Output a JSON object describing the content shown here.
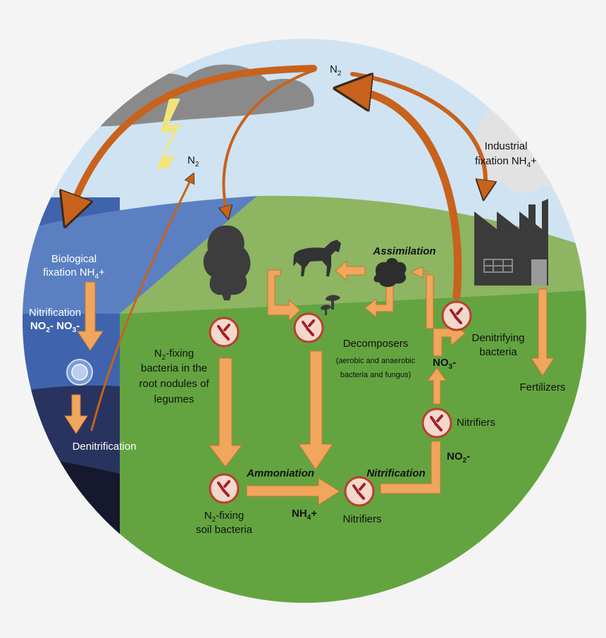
{
  "colors": {
    "sky": "#cfe3f2",
    "cloud": "#8a8a8a",
    "lightning": "#f3e47a",
    "water_top": "#5b80c2",
    "water_mid": "#3f64ad",
    "water_deep": "#28335f",
    "water_bottom": "#15182e",
    "land_top": "#8db562",
    "land_front": "#63a440",
    "arrow_orange": "#f0a65c",
    "arrow_brown": "#c8621c",
    "factory": "#3b3b3b",
    "bacteria_bg": "#f2d9cc",
    "bacteria_ring": "#c03c2c",
    "bacteria_rod": "#a32029"
  },
  "labels": {
    "n2_top": "N",
    "n2_top_sub": "2",
    "n2_left": "N",
    "n2_left_sub": "2",
    "biological": "Biological",
    "fixation_nh4": "fixation NH",
    "fixation_nh4_sub": "4",
    "fixation_nh4_tail": "+",
    "nitrification_left": "Nitrification",
    "no2_no3": "NO",
    "no2_no3_sub1": "2",
    "no2_no3_mid": "- NO",
    "no2_no3_sub2": "3",
    "no2_no3_tail": "-",
    "denitrification": "Denitrification",
    "legume_line1_pre": "N",
    "legume_line1_sub": "2",
    "legume_line1_post": "-fixing",
    "legume_line2": "bacteria in the",
    "legume_line3": "root nodules of",
    "legume_line4": "legumes",
    "assimilation": "Assimilation",
    "decomposers": "Decomposers",
    "decomposers_note1": "(aerobic and anaerobic",
    "decomposers_note2": "bacteria and fungus)",
    "no3_pre": "NO",
    "no3_sub": "3",
    "no3_post": "-",
    "denitrifying1": "Denitrifying",
    "denitrifying2": "bacteria",
    "industrial1": "Industrial",
    "industrial2_pre": "fixation NH",
    "industrial2_sub": "4",
    "industrial2_post": "+",
    "fertilizers": "Fertilizers",
    "nitrifiers_right": "Nitrifiers",
    "no2_pre": "NO",
    "no2_sub": "2",
    "no2_post": "-",
    "nitrification_bottom": "Nitrification",
    "ammoniation": "Ammoniation",
    "nh4_pre": "NH",
    "nh4_sub": "4",
    "nh4_post": "+",
    "nitrifiers_bottom": "Nitrifiers",
    "soil_line1_pre": "N",
    "soil_line1_sub": "2",
    "soil_line1_post": "-fixing",
    "soil_line2": "soil bacteria"
  }
}
